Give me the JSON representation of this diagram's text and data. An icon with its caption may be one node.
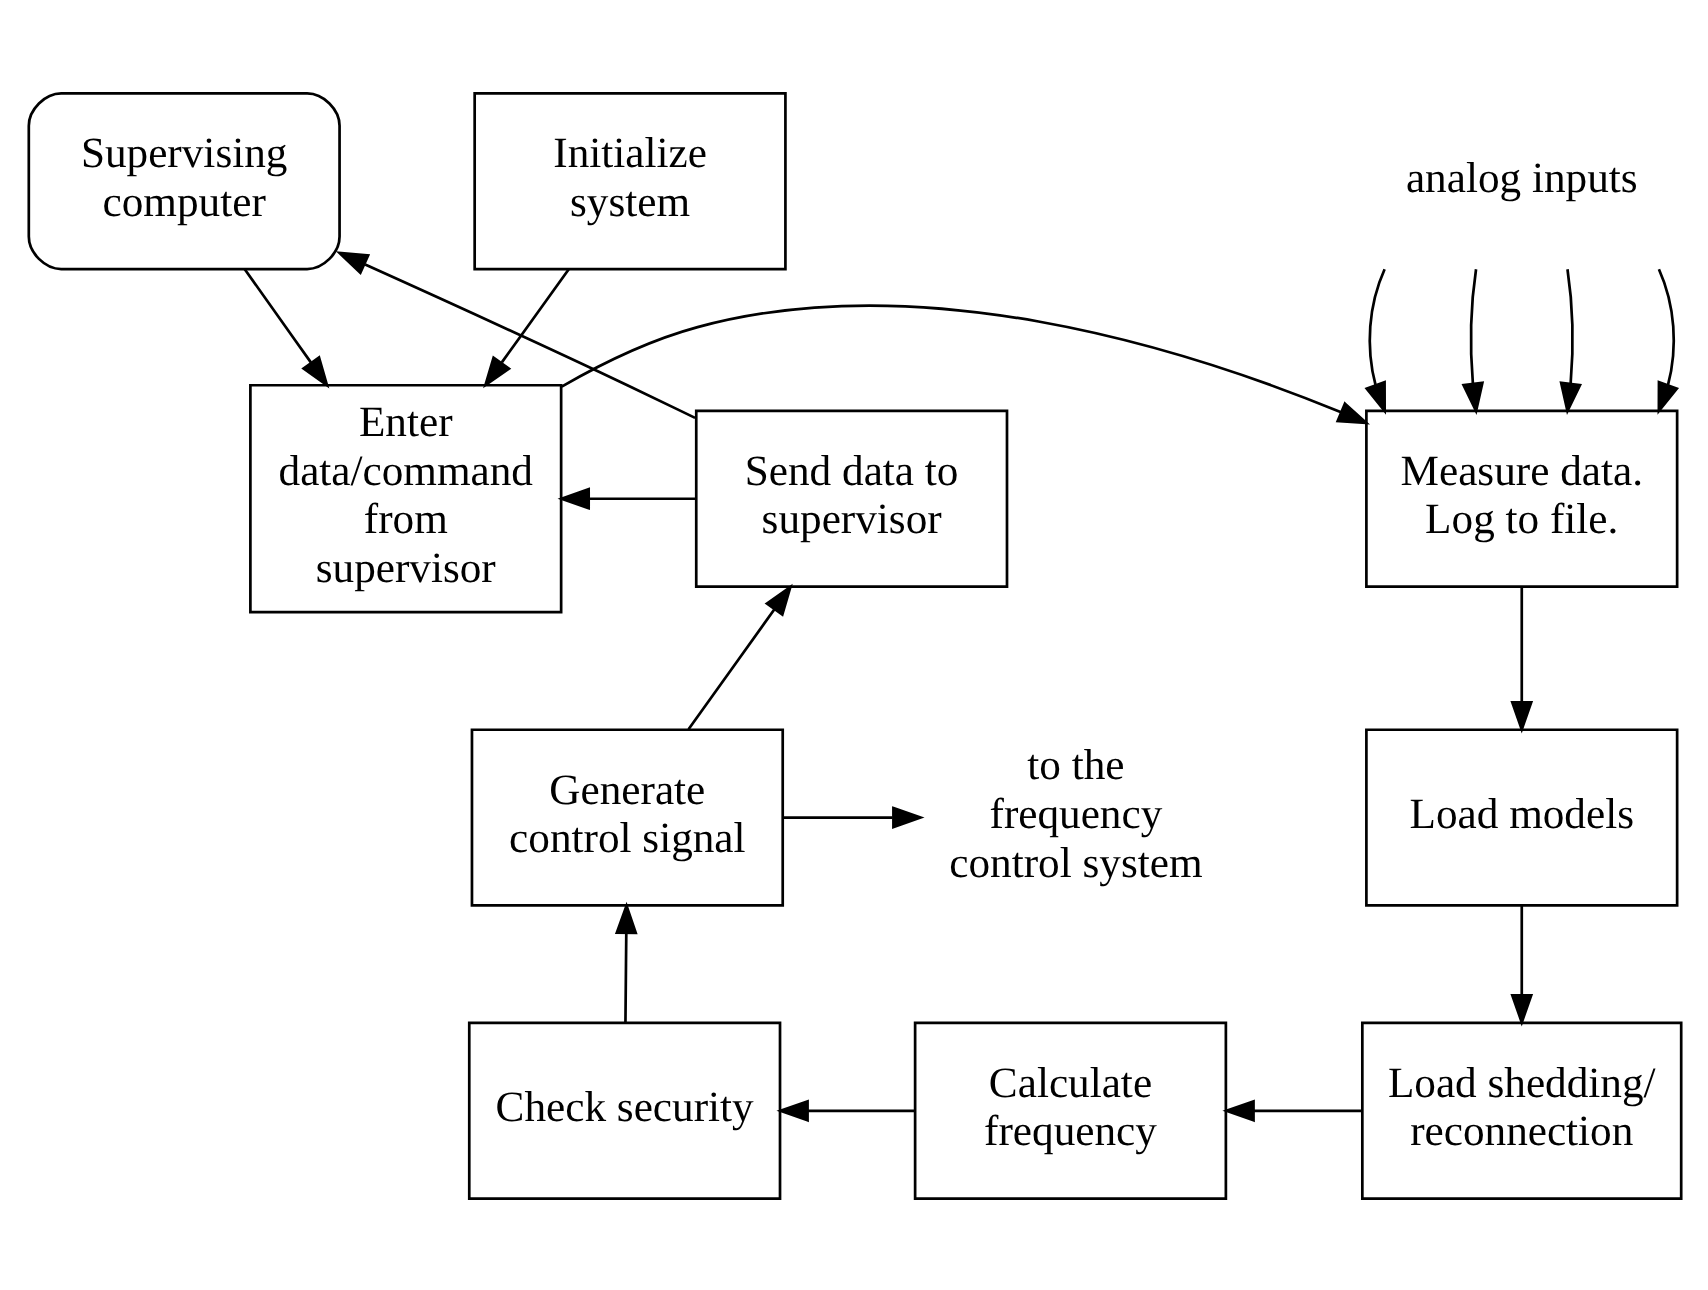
{
  "diagram": {
    "nodes": [
      {
        "text": [
          "Supervising computer"
        ]
      },
      {
        "text": [
          "Initialize system"
        ]
      },
      {
        "text": [
          "Send data to supervisor"
        ]
      },
      {
        "text": [
          "Enter data/command from supervisor"
        ]
      },
      {
        "text": [
          "analog inputs"
        ]
      },
      {
        "text": [
          "Measure data. Log to file."
        ]
      },
      {
        "text": [
          "Generate control signal"
        ]
      },
      {
        "text": [
          "to the frequency control system"
        ]
      },
      {
        "text": [
          "Load models"
        ]
      },
      {
        "text": [
          "Check security"
        ]
      },
      {
        "text": [
          "Calculate frequency"
        ]
      },
      {
        "text": [
          "Load shedding/ reconnection"
        ]
      }
    ],
    "edges": [
      {
        "from": 2,
        "to": 0,
        "arrow": "to"
      },
      {
        "from": 0,
        "to": 3,
        "arrow": "to"
      },
      {
        "from": 1,
        "to": 3,
        "arrow": "to"
      },
      {
        "from": 2,
        "to": 3,
        "arrow": "to"
      },
      {
        "from": 3,
        "to": 5,
        "arrow": "to"
      },
      {
        "from": 4,
        "to": 5,
        "arrow": "to"
      },
      {
        "from": 4,
        "to": 5,
        "arrow": "to"
      },
      {
        "from": 4,
        "to": 5,
        "arrow": "to"
      },
      {
        "from": 4,
        "to": 5,
        "arrow": "to"
      },
      {
        "from": 5,
        "to": 8,
        "arrow": "to"
      },
      {
        "from": 6,
        "to": 2,
        "arrow": "to"
      },
      {
        "from": 6,
        "to": 7,
        "arrow": "to"
      },
      {
        "from": 8,
        "to": 11,
        "arrow": "to"
      },
      {
        "from": 11,
        "to": 10,
        "arrow": "to"
      },
      {
        "from": 10,
        "to": 9,
        "arrow": "to"
      },
      {
        "from": 9,
        "to": 6,
        "arrow": "to"
      }
    ]
  }
}
